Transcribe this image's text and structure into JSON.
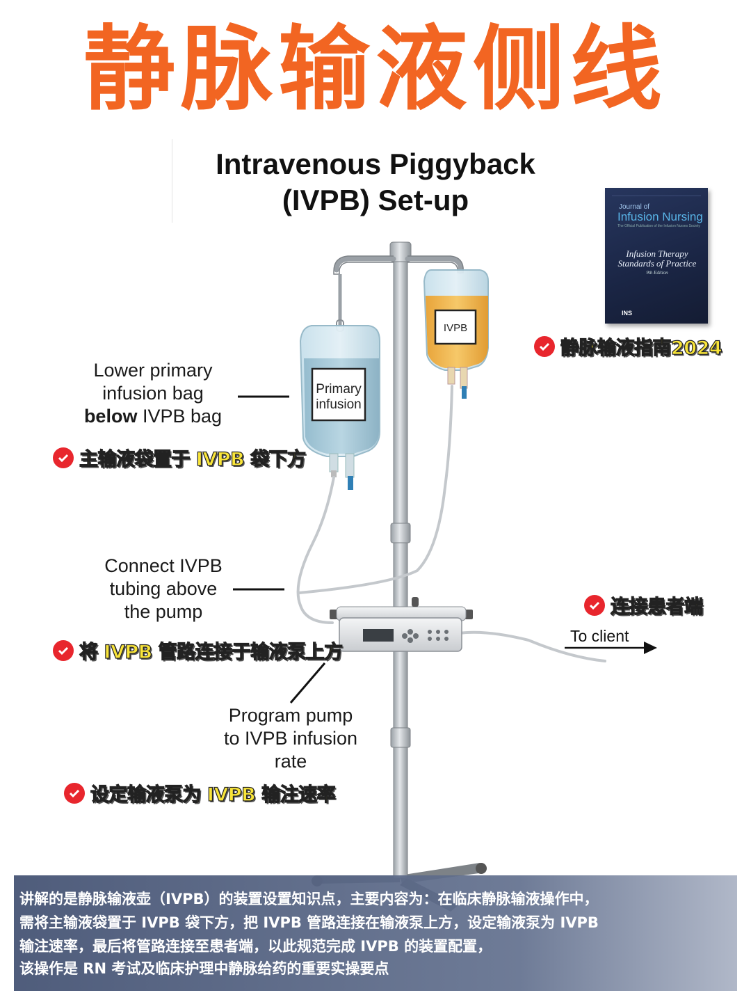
{
  "banner_title": "静脉输液侧线",
  "diagram_title": {
    "line1": "Intravenous Piggyback",
    "line2": "(IVPB) Set-up"
  },
  "bags": {
    "primary_label_line1": "Primary",
    "primary_label_line2": "infusion",
    "ivpb_label": "IVPB"
  },
  "labels": {
    "lower_bag": {
      "line1": "Lower primary",
      "line2": "infusion bag",
      "line3_bold": "below",
      "line3_rest": " IVPB bag"
    },
    "connect": {
      "line1": "Connect IVPB",
      "line2": "tubing above",
      "line3": "the pump"
    },
    "program": {
      "line1": "Program pump",
      "line2": "to IVPB infusion",
      "line3": "rate"
    },
    "to_client": "To client"
  },
  "cn_notes": {
    "guideline": "静脉输液指南2024",
    "lower_bag": "主输液袋置于 IVPB 袋下方",
    "patient_end": "连接患者端",
    "connect": "将 IVPB 管路连接于输液泵上方",
    "program": "设定输液泵为 IVPB 输注速率"
  },
  "book": {
    "journal_of": "Journal of",
    "journal_name": "Infusion Nursing",
    "subtitle": "The Official Publication of the Infusion Nurses Society",
    "title_line1": "Infusion Therapy",
    "title_line2": "Standards of Practice",
    "edition": "9th Edition",
    "publisher": "INS"
  },
  "footer": {
    "line1": "讲解的是静脉输液壶（IVPB）的装置设置知识点，主要内容为：在临床静脉输液操作中，",
    "line2": "需将主输液袋置于 IVPB 袋下方，把 IVPB 管路连接在输液泵上方，设定输液泵为 IVPB",
    "line3": " 输注速率，最后将管路连接至患者端，以此规范完成 IVPB 的装置配置，",
    "line4": "该操作是 RN 考试及临床护理中静脉给药的重要实操要点"
  },
  "colors": {
    "banner": "#f26522",
    "cn_note_text": "#f9e53a",
    "check_badge": "#e8262d",
    "primary_fluid": "#a9c9d6",
    "ivpb_fluid": "#f2b646"
  }
}
